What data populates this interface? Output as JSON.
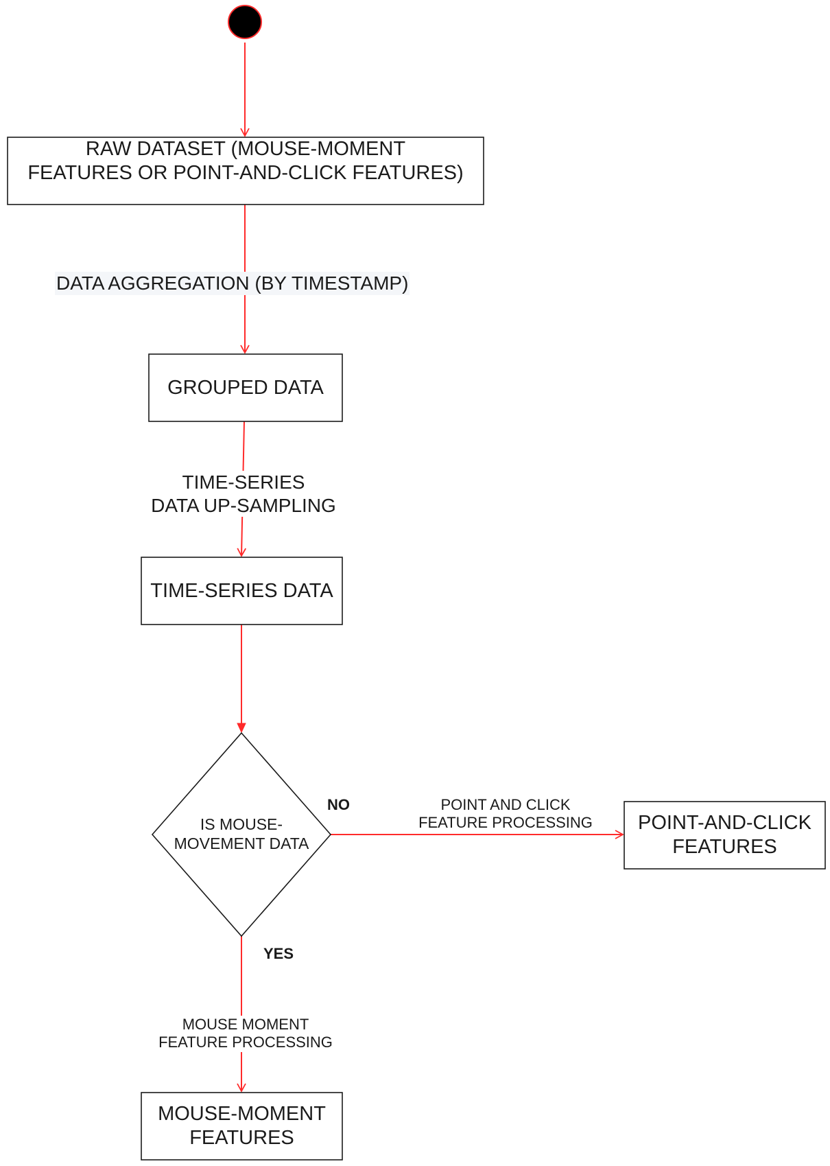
{
  "colors": {
    "edge": "#ff2a2a",
    "node_border": "#1a1a1a",
    "start_fill": "#000000",
    "text": "#1a1a1a"
  },
  "nodes": {
    "raw": "RAW DATASET (MOUSE-MOMENT\nFEATURES OR POINT-AND-CLICK FEATURES)",
    "grouped": "GROUPED DATA",
    "timeseries": "TIME-SERIES DATA",
    "decision": "IS MOUSE-\nMOVEMENT DATA",
    "pointclick": "POINT-AND-CLICK\nFEATURES",
    "mousemoment": "MOUSE-MOMENT\nFEATURES"
  },
  "edges": {
    "aggregation": "DATA AGGREGATION (BY TIMESTAMP)",
    "upsampling": "TIME-SERIES\nDATA UP-SAMPLING",
    "no": "NO",
    "pointclick_processing": "POINT AND CLICK\nFEATURE PROCESSING",
    "yes": "YES",
    "mouse_processing": "MOUSE MOMENT\nFEATURE PROCESSING"
  }
}
